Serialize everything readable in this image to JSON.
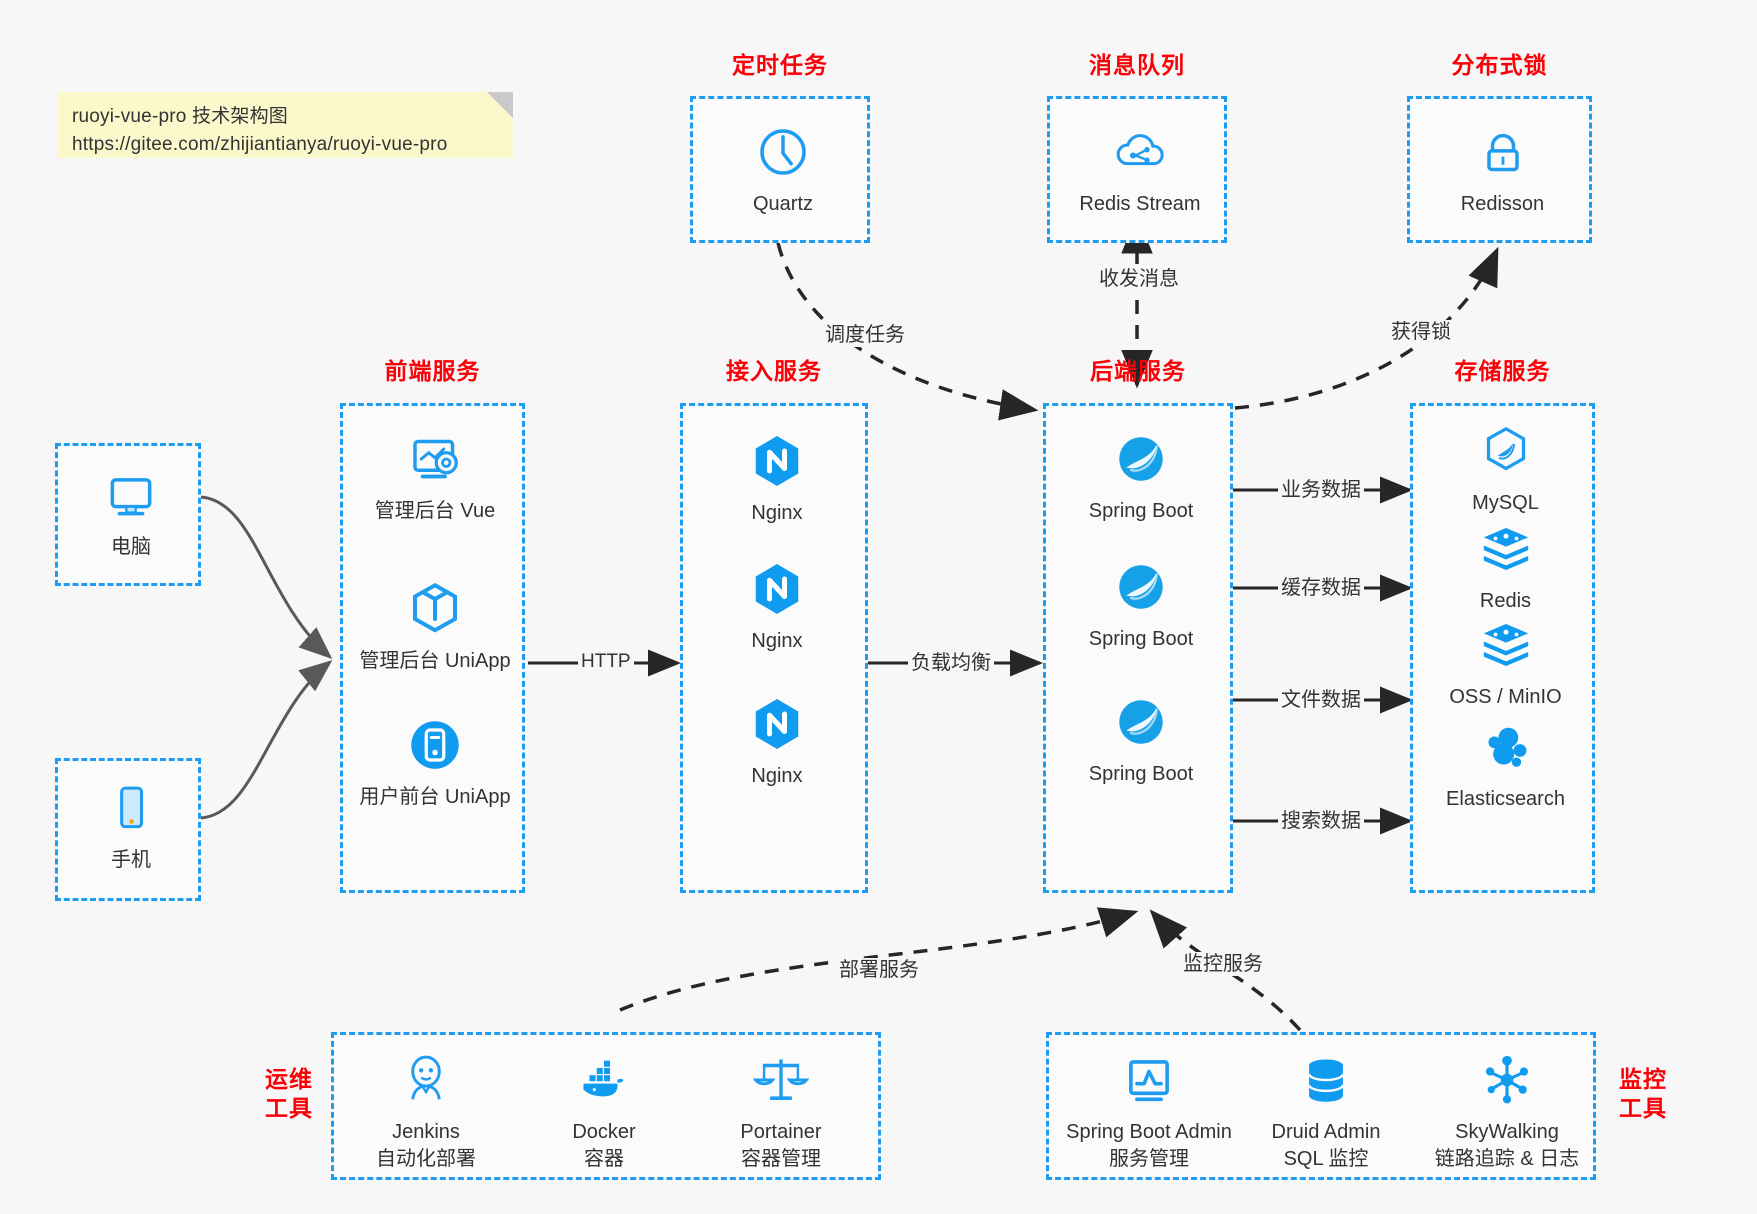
{
  "note": {
    "line1": "ruoyi-vue-pro 技术架构图",
    "line2": "https://gitee.com/zhijiantianya/ruoyi-vue-pro"
  },
  "colors": {
    "accent_blue": "#1e9cf0",
    "title_red": "#fb0007",
    "note_bg": "#fbf8cc",
    "canvas_bg": "#f7f7f7",
    "arrow_dark": "#262626",
    "arrow_grey": "#595959"
  },
  "groups": {
    "schedule": {
      "title": "定时任务",
      "items": [
        {
          "label": "Quartz",
          "icon": "clock-icon"
        }
      ]
    },
    "mq": {
      "title": "消息队列",
      "items": [
        {
          "label": "Redis Stream",
          "icon": "cloud-stream-icon"
        }
      ]
    },
    "lock": {
      "title": "分布式锁",
      "items": [
        {
          "label": "Redisson",
          "icon": "lock-icon"
        }
      ]
    },
    "devices": {
      "items": [
        {
          "label": "电脑",
          "icon": "desktop-icon"
        },
        {
          "label": "手机",
          "icon": "mobile-icon"
        }
      ]
    },
    "frontend": {
      "title": "前端服务",
      "items": [
        {
          "label": "管理后台 Vue",
          "icon": "dashboard-gear-icon"
        },
        {
          "label": "管理后台 UniApp",
          "icon": "cube-icon"
        },
        {
          "label": "用户前台 UniApp",
          "icon": "phone-circle-icon"
        }
      ]
    },
    "gateway": {
      "title": "接入服务",
      "items": [
        {
          "label": "Nginx",
          "icon": "nginx-icon"
        },
        {
          "label": "Nginx",
          "icon": "nginx-icon"
        },
        {
          "label": "Nginx",
          "icon": "nginx-icon"
        }
      ]
    },
    "backend": {
      "title": "后端服务",
      "items": [
        {
          "label": "Spring Boot",
          "icon": "spring-boot-icon"
        },
        {
          "label": "Spring Boot",
          "icon": "spring-boot-icon"
        },
        {
          "label": "Spring Boot",
          "icon": "spring-boot-icon"
        }
      ]
    },
    "storage": {
      "title": "存储服务",
      "items": [
        {
          "label": "MySQL",
          "icon": "mysql-icon"
        },
        {
          "label": "Redis",
          "icon": "redis-icon"
        },
        {
          "label": "OSS / MinIO",
          "icon": "oss-icon"
        },
        {
          "label": "Elasticsearch",
          "icon": "elasticsearch-icon"
        }
      ]
    },
    "devops": {
      "title_line1": "运维",
      "title_line2": "工具",
      "items": [
        {
          "name": "Jenkins",
          "desc": "自动化部署",
          "icon": "jenkins-icon"
        },
        {
          "name": "Docker",
          "desc": "容器",
          "icon": "docker-icon"
        },
        {
          "name": "Portainer",
          "desc": "容器管理",
          "icon": "scales-icon"
        }
      ]
    },
    "monitor": {
      "title_line1": "监控",
      "title_line2": "工具",
      "items": [
        {
          "name": "Spring Boot Admin",
          "desc": "服务管理",
          "icon": "monitor-chart-icon"
        },
        {
          "name": "Druid Admin",
          "desc": "SQL 监控",
          "icon": "database-icon"
        },
        {
          "name": "SkyWalking",
          "desc": "链路追踪 & 日志",
          "icon": "skywalking-icon"
        }
      ]
    }
  },
  "edges": [
    {
      "id": "schedule-to-backend",
      "label": "调度任务"
    },
    {
      "id": "mq-backend",
      "label": "收发消息"
    },
    {
      "id": "backend-to-lock",
      "label": "获得锁"
    },
    {
      "id": "frontend-to-gateway",
      "label": "HTTP"
    },
    {
      "id": "gateway-to-backend",
      "label": "负载均衡"
    },
    {
      "id": "backend-to-mysql",
      "label": "业务数据"
    },
    {
      "id": "backend-to-redis",
      "label": "缓存数据"
    },
    {
      "id": "backend-to-oss",
      "label": "文件数据"
    },
    {
      "id": "backend-to-es",
      "label": "搜索数据"
    },
    {
      "id": "devops-to-backend",
      "label": "部署服务"
    },
    {
      "id": "monitor-to-backend",
      "label": "监控服务"
    }
  ]
}
